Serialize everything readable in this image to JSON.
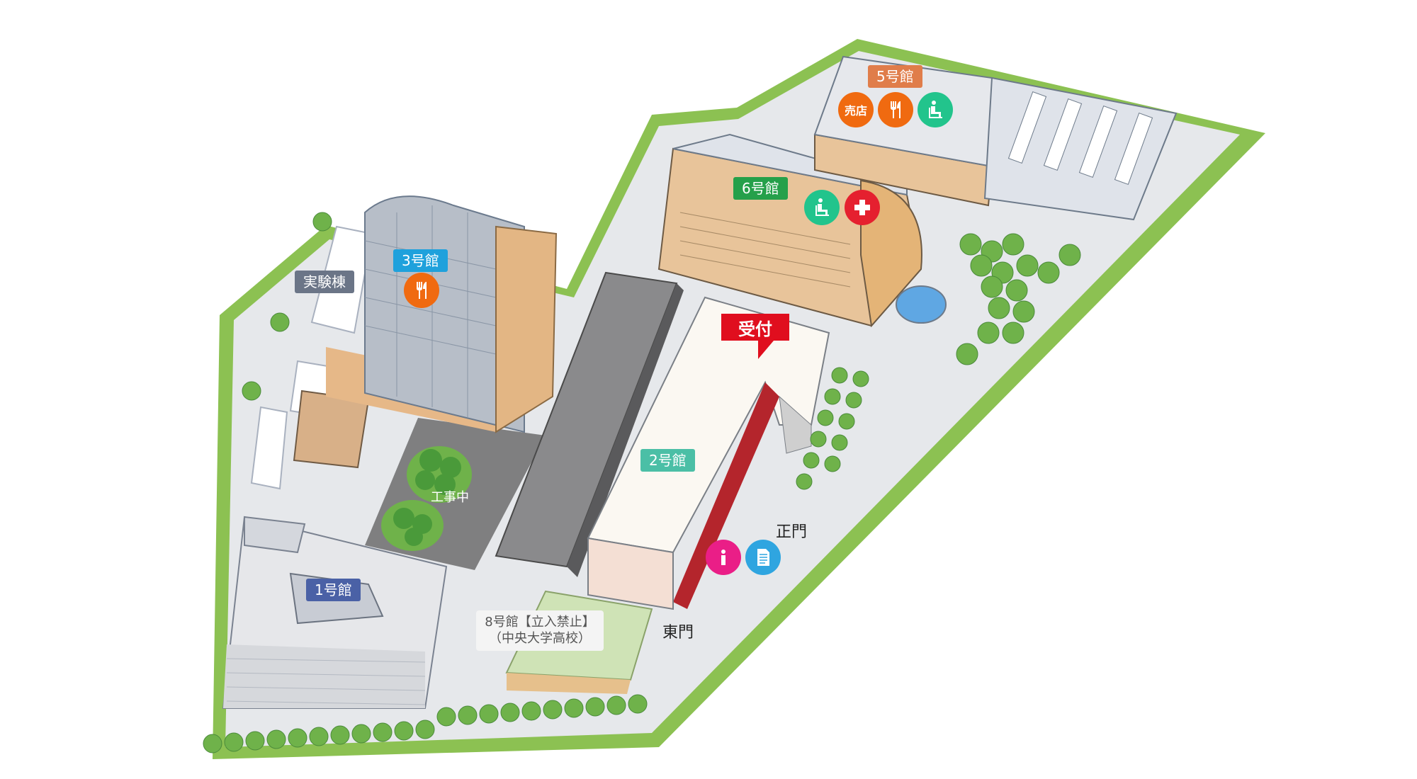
{
  "labels": {
    "b1": "1号館",
    "b2": "2号館",
    "b3": "3号館",
    "b5": "5号館",
    "b6": "6号館",
    "lab": "実験棟",
    "construction": "工事中",
    "reception": "受付",
    "gate_main": "正門",
    "gate_east": "東門",
    "b8_line1": "8号館【立入禁止】",
    "b8_line2": "（中央大学高校）",
    "shop": "売店"
  },
  "colors": {
    "b1": "#4a61a6",
    "b2": "#4bbfa6",
    "b3": "#1fa1dc",
    "b5": "#e07d4a",
    "b6": "#25a04a",
    "lab": "#6b7587",
    "food": "#f06a10",
    "rest": "#22c48c",
    "medical": "#e5202f",
    "info": "#ea1e87",
    "doc": "#2fa5e0",
    "reception": "#e00e1e",
    "grass": "#8cc152",
    "tree": "#4a9a3a",
    "ground": "#e6e8eb"
  },
  "icons": [
    {
      "id": "food-3",
      "type": "fork-knife-icon",
      "building": "3号館"
    },
    {
      "id": "shop-5",
      "type": "shop-icon",
      "building": "5号館"
    },
    {
      "id": "food-5",
      "type": "fork-knife-icon",
      "building": "5号館"
    },
    {
      "id": "rest-5",
      "type": "rest-area-icon",
      "building": "5号館"
    },
    {
      "id": "rest-6",
      "type": "rest-area-icon",
      "building": "6号館"
    },
    {
      "id": "medical-6",
      "type": "medical-cross-icon",
      "building": "6号館"
    },
    {
      "id": "info",
      "type": "information-icon",
      "building": "正門"
    },
    {
      "id": "doc",
      "type": "document-icon",
      "building": "正門"
    }
  ]
}
